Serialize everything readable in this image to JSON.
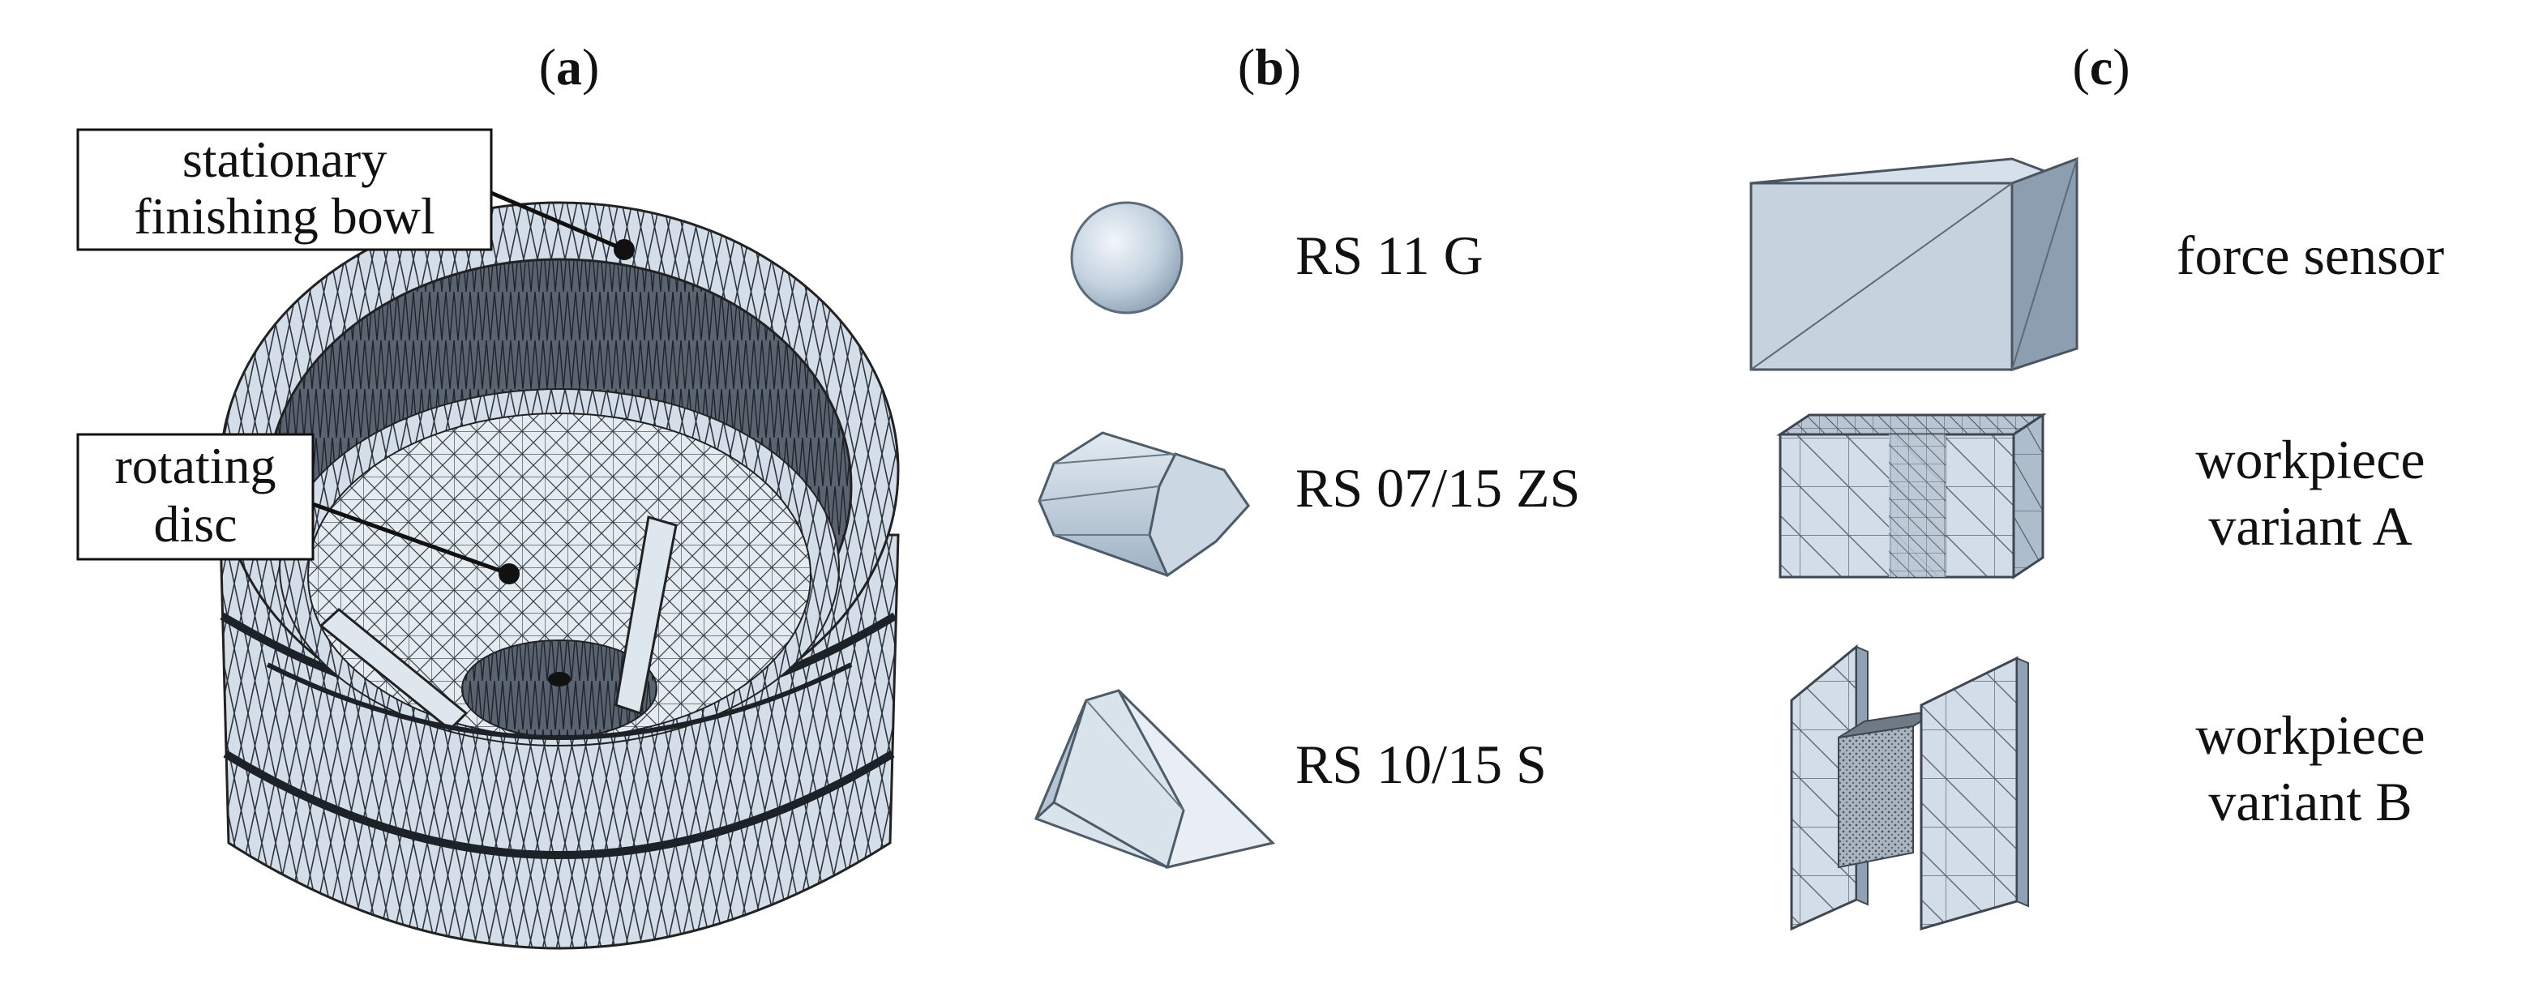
{
  "panels": {
    "a": {
      "label_paren_open": "(",
      "label_letter": "a",
      "label_paren_close": ")",
      "callout_bowl": [
        "stationary",
        "finishing bowl"
      ],
      "callout_disc": [
        "rotating",
        "disc"
      ]
    },
    "b": {
      "label_paren_open": "(",
      "label_letter": "b",
      "label_paren_close": ")",
      "items": [
        "RS 11 G",
        "RS 07/15 ZS",
        "RS 10/15 S"
      ]
    },
    "c": {
      "label_paren_open": "(",
      "label_letter": "c",
      "label_paren_close": ")",
      "items": [
        {
          "line1": "force sensor",
          "line2": ""
        },
        {
          "line1": "workpiece",
          "line2": "variant A"
        },
        {
          "line1": "workpiece",
          "line2": "variant B"
        }
      ]
    }
  },
  "colors": {
    "mesh_fill": "#c9d6e2",
    "mesh_dark": "#2a2f36",
    "mesh_line": "#3b4048",
    "face_light": "#dde6ee",
    "face_mid": "#b9c8d6",
    "face_dark": "#8da0b2"
  }
}
